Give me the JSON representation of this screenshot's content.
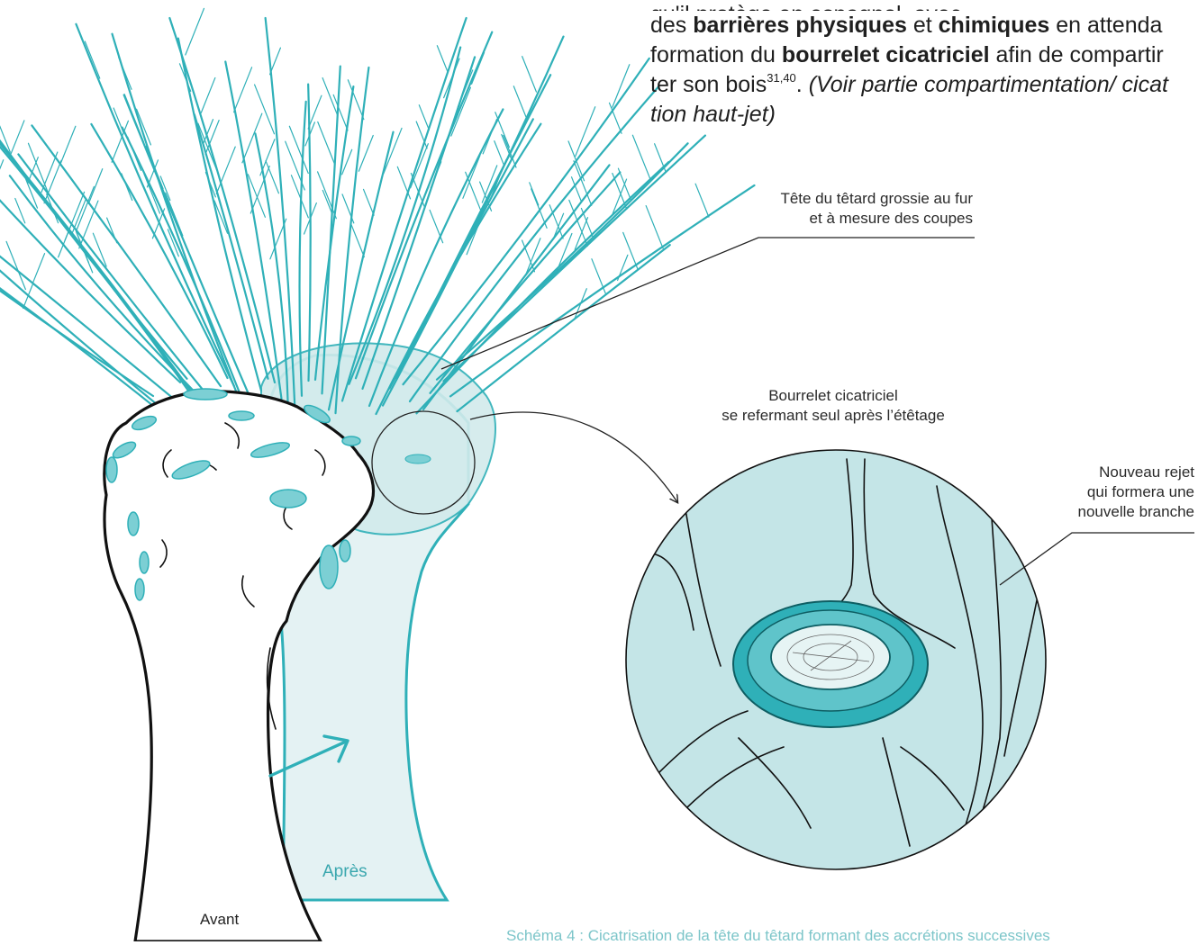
{
  "intro": {
    "line0": "qu'il protège en espagnol, avec",
    "line1_a": "des ",
    "line1_b": "barrières physiques",
    "line1_c": " et ",
    "line1_d": "chimiques",
    "line1_e": " en attenda",
    "line2_a": "formation du ",
    "line2_b": "bourrelet cicatriciel",
    "line2_c": " afin de compartir",
    "line3_a": "ter son bois",
    "line3_sup": "31,40",
    "line3_b": ". ",
    "line3_c": "(Voir partie compartimentation/ cicat",
    "line4": "tion haut-jet)"
  },
  "labels": {
    "head_1": "Tête du têtard grossie au fur",
    "head_2": "et à mesure des coupes",
    "bourrelet_1": "Bourrelet cicatriciel",
    "bourrelet_2": "se refermant seul après l’étêtage",
    "rejet_1": "Nouveau rejet",
    "rejet_2": "qui formera une",
    "rejet_3": "nouvelle branche",
    "apres": "Après",
    "avant": "Avant"
  },
  "caption": "Schéma 4 : Cicatrisation de la tête du têtard formant des accrétions successives",
  "colors": {
    "teal": "#2fb0b8",
    "teal_dark": "#1b8f97",
    "fill_light": "#e4f2f3",
    "fill_circle": "#c4e5e7",
    "ink": "#111111"
  },
  "icons": [
    "arrow-growth-icon",
    "callout-arrow-icon"
  ]
}
